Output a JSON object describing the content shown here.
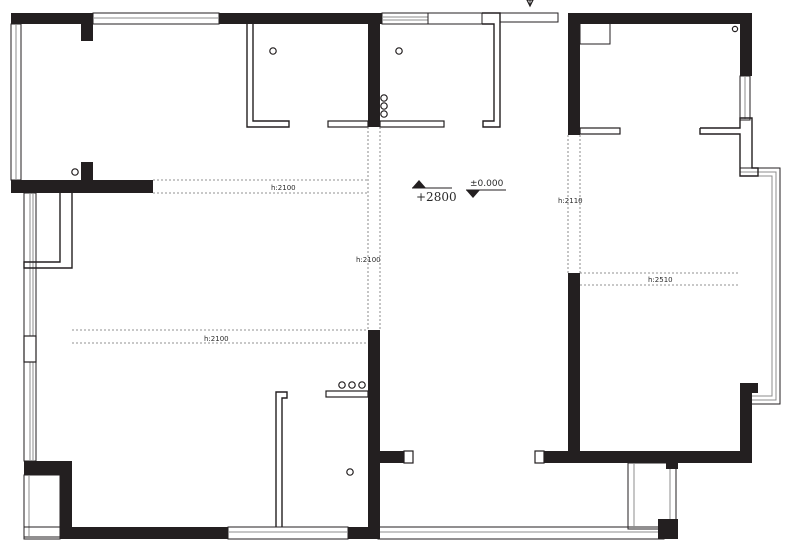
{
  "plan": {
    "ceiling_labels": {
      "top_left": "h:2100",
      "center_vertical": "h:2100",
      "left_lower": "h:2100",
      "right_upper": "h:2110",
      "right_middle": "h:2510"
    },
    "elevation_main": "+2800",
    "elevation_floor": "±0.000"
  }
}
